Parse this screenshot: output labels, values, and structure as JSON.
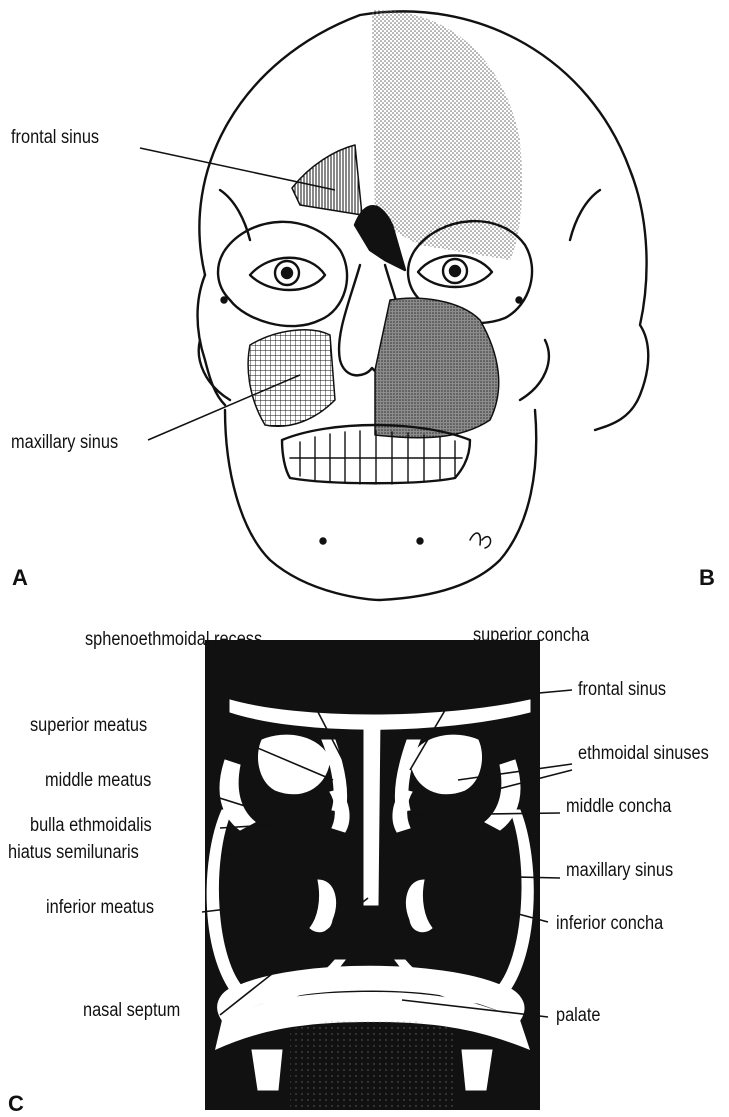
{
  "panels": {
    "a": "A",
    "b": "B",
    "c": "C"
  },
  "skull_labels": {
    "frontal_sinus": "frontal sinus",
    "maxillary_sinus": "maxillary sinus"
  },
  "section_labels": {
    "sphenoethmoidal_recess": "sphenoethmoidal recess",
    "superior_concha": "superior concha",
    "frontal_sinus": "frontal sinus",
    "superior_meatus": "superior meatus",
    "ethmoidal_sinuses": "ethmoidal sinuses",
    "middle_meatus": "middle meatus",
    "middle_concha": "middle concha",
    "bulla_ethmoidalis": "bulla ethmoidalis",
    "hiatus_semilunaris": "hiatus semilunaris",
    "maxillary_sinus": "maxillary sinus",
    "inferior_meatus": "inferior meatus",
    "inferior_concha": "inferior concha",
    "nasal_septum": "nasal septum",
    "palate": "palate"
  },
  "colors": {
    "ink": "#111111",
    "paper": "#ffffff",
    "stipple": "#8a8a8a",
    "dark_stipple": "#555555"
  }
}
